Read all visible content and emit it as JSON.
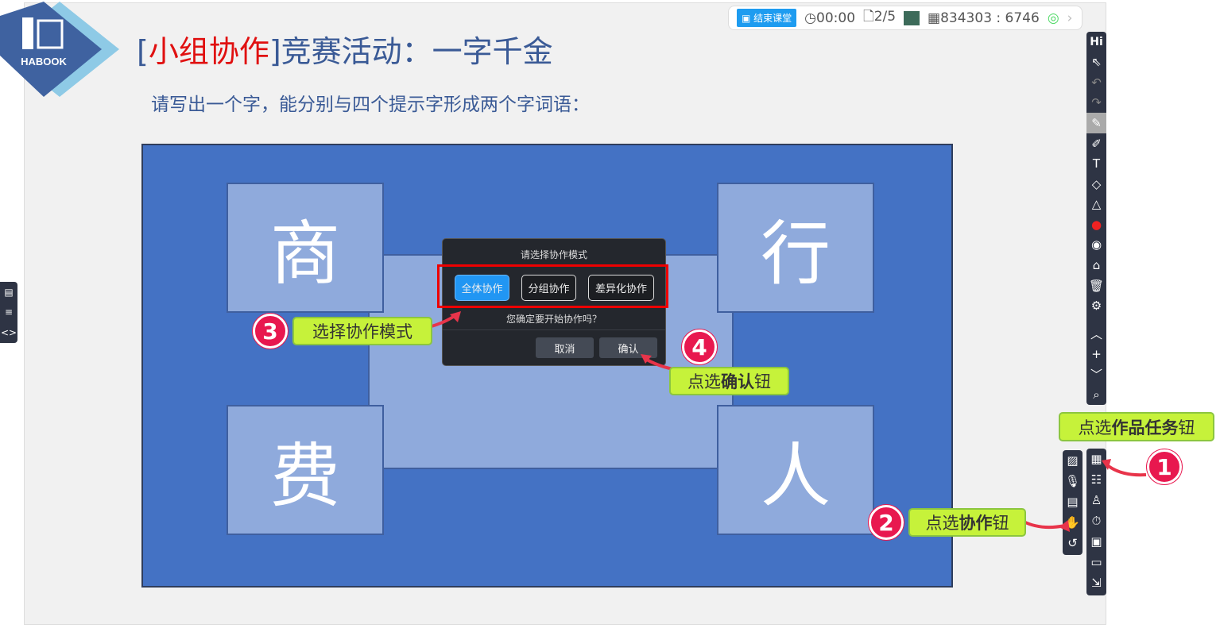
{
  "logo": {
    "text": "HABOOK"
  },
  "slide": {
    "title_bracket_open": "[",
    "title_highlight": "小组协作",
    "title_bracket_close": "]",
    "title_rest": "竞赛活动：一字千金",
    "subtitle": "请写出一个字，能分别与四个提示字形成两个字词语：",
    "tiles": [
      "商",
      "行",
      "费",
      "人"
    ]
  },
  "topbar": {
    "end_class": "结束课堂",
    "timer": "00:00",
    "page": "2/5",
    "room_code": "834303 : 6746"
  },
  "dialog": {
    "title": "请选择协作模式",
    "modes": [
      "全体协作",
      "分组协作",
      "差异化协作"
    ],
    "selected_mode": "全体协作",
    "question": "您确定要开始协作吗？",
    "cancel": "取消",
    "confirm": "确认"
  },
  "toolbar": {
    "top_label": "Hi",
    "tools": [
      "pointer-icon",
      "undo-icon",
      "redo-icon",
      "pen-icon",
      "highlighter-icon",
      "text-icon",
      "eraser-icon",
      "shape-icon",
      "palette-icon",
      "camera-icon",
      "clear-icon",
      "trash-icon",
      "gear-icon"
    ],
    "nav": [
      "chevron-up-icon",
      "plus-icon",
      "chevron-down-icon",
      "search-icon"
    ],
    "bottom": [
      "grid-icon",
      "checklist-icon",
      "user-icon",
      "timer-icon",
      "text-box-icon",
      "chart-icon",
      "exit-icon"
    ],
    "sub": [
      "image-icon",
      "mic-icon",
      "folder-icon",
      "collaborate-icon",
      "history-icon"
    ]
  },
  "callouts": {
    "c1": {
      "num": "1",
      "text_a": "点选",
      "text_b": "作品任务",
      "text_c": "钮"
    },
    "c2": {
      "num": "2",
      "text_a": "点选",
      "text_b": "协作",
      "text_c": "钮"
    },
    "c3": {
      "num": "3",
      "text": "选择协作模式"
    },
    "c4": {
      "num": "4",
      "text_a": "点选",
      "text_b": "确认",
      "text_c": "钮"
    }
  },
  "colors": {
    "board": "#4472c4",
    "tile": "#8faadc",
    "accent_blue": "#1e9cf0",
    "callout": "#c6f23a",
    "badge": "#e8184f"
  }
}
